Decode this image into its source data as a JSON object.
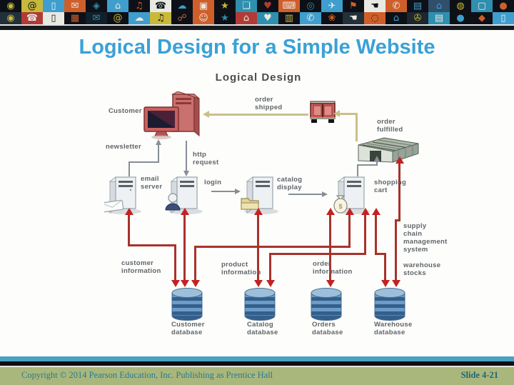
{
  "title": "Logical Design for a Simple Website",
  "banner": {
    "icons": [
      {
        "n": "globe-icon",
        "g": "◉",
        "c": "#c8b93a"
      },
      {
        "n": "at-icon",
        "g": "@",
        "c": "#0d1117",
        "bg": "#c8b93a"
      },
      {
        "n": "smartphone-icon",
        "g": "▯",
        "c": "#eef2f4",
        "bg": "#3f9ecd"
      },
      {
        "n": "mail-icon",
        "g": "✉",
        "c": "#e9e9e4",
        "bg": "#cf5f2a"
      },
      {
        "n": "camera-icon",
        "g": "◈",
        "c": "#2f8fae"
      },
      {
        "n": "home-icon",
        "g": "⌂",
        "c": "#e9e9e4",
        "bg": "#3f9ecd"
      },
      {
        "n": "music-icon",
        "g": "♫",
        "c": "#cf5f2a"
      },
      {
        "n": "phone-icon",
        "g": "☎",
        "c": "#0d1117",
        "bg": "#e9e9e4"
      },
      {
        "n": "cloud-icon",
        "g": "☁",
        "c": "#3f9ecd"
      },
      {
        "n": "folder-icon",
        "g": "▣",
        "c": "#e9e9e4",
        "bg": "#cf5f2a"
      },
      {
        "n": "star-icon",
        "g": "★",
        "c": "#c8b93a"
      },
      {
        "n": "chat-icon",
        "g": "❏",
        "c": "#e9e9e4",
        "bg": "#2f8fae"
      },
      {
        "n": "heart-icon",
        "g": "♥",
        "c": "#b23b35"
      },
      {
        "n": "keyboard-icon",
        "g": "⌨",
        "c": "#e9e9e4",
        "bg": "#cf5f2a"
      },
      {
        "n": "target-icon",
        "g": "◎",
        "c": "#2f8fae"
      },
      {
        "n": "plane-icon",
        "g": "✈",
        "c": "#e9e9e4",
        "bg": "#3f9ecd"
      },
      {
        "n": "flag-icon",
        "g": "⚑",
        "c": "#cf5f2a"
      },
      {
        "n": "like-icon",
        "g": "☚",
        "c": "#0d1117",
        "bg": "#e9e9e4"
      },
      {
        "n": "wifi-icon",
        "g": "✆",
        "c": "#e9e9e4",
        "bg": "#cf5f2a"
      },
      {
        "n": "grid-icon",
        "g": "▤",
        "c": "#3f9ecd"
      },
      {
        "n": "house-icon",
        "g": "⌂",
        "c": "#3f9ecd",
        "bg": "#2f4f6a"
      },
      {
        "n": "disc-icon",
        "g": "◍",
        "c": "#c8b93a"
      },
      {
        "n": "tab-icon",
        "g": "▢",
        "c": "#e9e9e4",
        "bg": "#2f8fae"
      },
      {
        "n": "dot-icon",
        "g": "●",
        "c": "#cf5f2a"
      },
      {
        "n": "globe-icon",
        "g": "◉",
        "c": "#c8b93a",
        "bg": "#23303a"
      },
      {
        "n": "phone-icon",
        "g": "☎",
        "c": "#e9e9e4",
        "bg": "#b23b35"
      },
      {
        "n": "smartphone-icon",
        "g": "▯",
        "c": "#0d1117",
        "bg": "#e9e9e4"
      },
      {
        "n": "cart-icon",
        "g": "▦",
        "c": "#cf5f2a"
      },
      {
        "n": "mail-icon",
        "g": "✉",
        "c": "#2f8fae",
        "bg": "#11202a"
      },
      {
        "n": "at-icon",
        "g": "@",
        "c": "#c8b93a"
      },
      {
        "n": "cloud-icon",
        "g": "☁",
        "c": "#e9e9e4",
        "bg": "#3f9ecd"
      },
      {
        "n": "music-icon",
        "g": "♫",
        "c": "#0d1117",
        "bg": "#c8b93a"
      },
      {
        "n": "pin-icon",
        "g": "☍",
        "c": "#cf5f2a"
      },
      {
        "n": "smiley-icon",
        "g": "☺",
        "c": "#e9e9e4",
        "bg": "#cf5f2a"
      },
      {
        "n": "star-icon",
        "g": "★",
        "c": "#2f8fae"
      },
      {
        "n": "home-icon",
        "g": "⌂",
        "c": "#e9e9e4",
        "bg": "#b23b35"
      },
      {
        "n": "heart-icon",
        "g": "♥",
        "c": "#e9e9e4",
        "bg": "#2f8fae"
      },
      {
        "n": "panel-icon",
        "g": "▥",
        "c": "#c8b93a"
      },
      {
        "n": "call-icon",
        "g": "✆",
        "c": "#e9e9e4",
        "bg": "#3f9ecd"
      },
      {
        "n": "flower-icon",
        "g": "❀",
        "c": "#cf5f2a"
      },
      {
        "n": "like-icon",
        "g": "☚",
        "c": "#e9e9e4",
        "bg": "#23303a"
      },
      {
        "n": "wifi-icon",
        "g": "◌",
        "c": "#0d1117",
        "bg": "#cf5f2a"
      },
      {
        "n": "house-icon",
        "g": "⌂",
        "c": "#3f9ecd"
      },
      {
        "n": "tape-icon",
        "g": "✇",
        "c": "#c8b93a",
        "bg": "#1c2730"
      },
      {
        "n": "grid-icon",
        "g": "▤",
        "c": "#e9e9e4",
        "bg": "#2f8fae"
      },
      {
        "n": "dot-icon",
        "g": "●",
        "c": "#3f9ecd"
      },
      {
        "n": "diamond-icon",
        "g": "◆",
        "c": "#cf5f2a"
      },
      {
        "n": "smartphone-icon",
        "g": "▯",
        "c": "#eef2f4",
        "bg": "#3f9ecd"
      }
    ]
  },
  "diagram": {
    "heading": "Logical Design",
    "labels": {
      "customer": "Customer",
      "order_shipped": "order\nshipped",
      "order_fulfilled": "order\nfulfilled",
      "newsletter": "newsletter",
      "http_request": "http\nrequest",
      "email_server": "email\nserver",
      "login": "login",
      "catalog_display": "catalog\ndisplay",
      "shopping_cart": "shopping\ncart",
      "supply_chain": "supply\nchain\nmanagement\nsystem",
      "warehouse_stocks": "warehouse\nstocks",
      "customer_information": "customer\ninformation",
      "product_information": "product\ninformation",
      "order_information": "order\ninformation"
    },
    "databases": [
      {
        "label": "Customer\ndatabase"
      },
      {
        "label": "Catalog\ndatabase"
      },
      {
        "label": "Orders\ndatabase"
      },
      {
        "label": "Warehouse\ndatabase"
      }
    ]
  },
  "footer": {
    "copyright": "Copyright © 2014 Pearson Education, Inc. Publishing as Prentice Hall",
    "slide_number": "Slide 4-21"
  },
  "colors": {
    "title_blue": "#3aa1d8",
    "line_red": "#a8322c",
    "arrowhead_red": "#c32222",
    "line_gray": "#878e96",
    "line_olive": "#c9c189",
    "footer_bar": "#a9b77d",
    "footer_text": "#2a7a8c",
    "stripe_blue": "#4aa1c4",
    "database_blue": "#6d9cc4",
    "computer_red": "#c9615f"
  }
}
